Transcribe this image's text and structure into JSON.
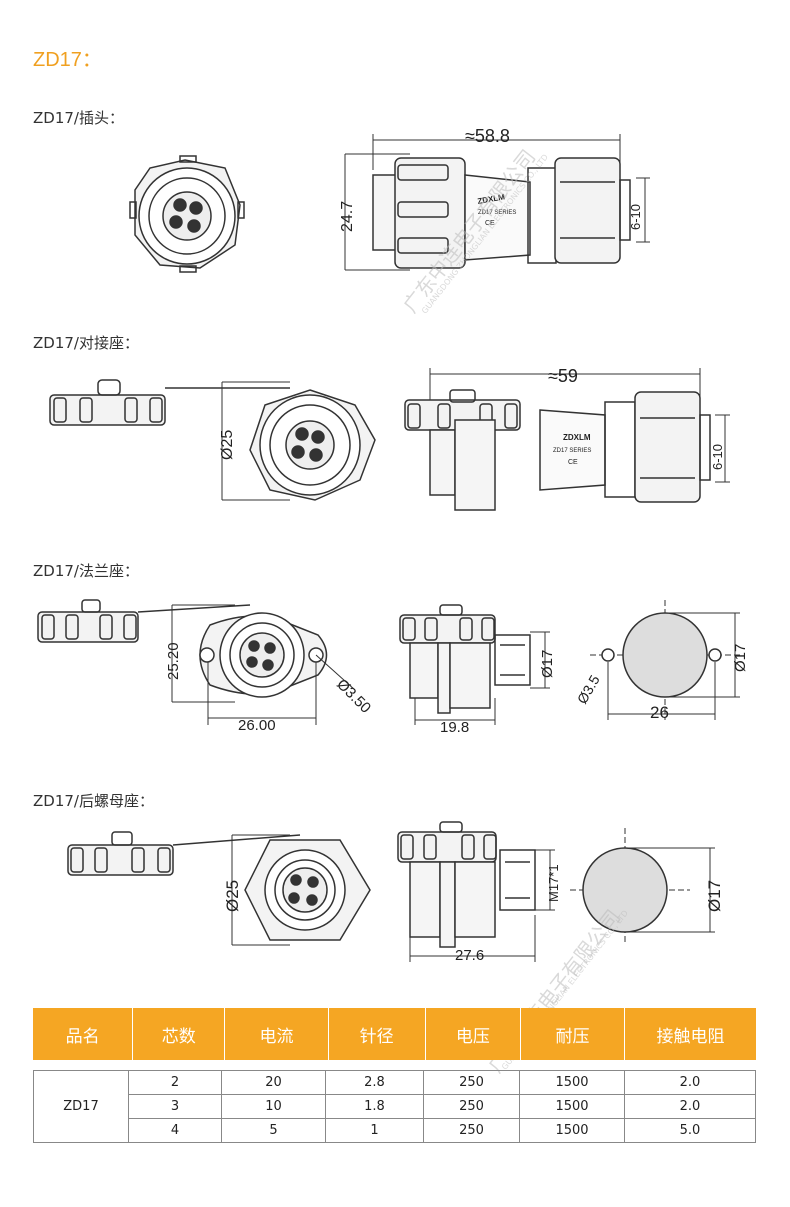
{
  "title": "ZD17：",
  "sections": [
    {
      "label": "ZD17/插头："
    },
    {
      "label": "ZD17/对接座："
    },
    {
      "label": "ZD17/法兰座："
    },
    {
      "label": "ZD17/后螺母座："
    }
  ],
  "dims": {
    "plug_length": "≈58.8",
    "plug_height": "24.7",
    "plug_cable": "6-10",
    "plug_brand": "ZDXLM",
    "plug_series": "ZD17 SERIES",
    "plug_ce": "CE",
    "dock_diameter": "Ø25",
    "dock_length": "≈59",
    "dock_cable": "6-10",
    "dock_brand": "ZDXLM",
    "dock_series": "ZD17 SERIES",
    "dock_ce": "CE",
    "flange_height": "25.20",
    "flange_width": "26.00",
    "flange_hole": "Ø3.50",
    "flange_side_width": "19.8",
    "flange_side_dia": "Ø17",
    "flange_cut_hole": "Ø3.5",
    "flange_cut_spacing": "26",
    "flange_cut_dia": "Ø17",
    "nut_diameter": "Ø25",
    "nut_thread": "M17*1",
    "nut_length": "27.6",
    "nut_cut_dia": "Ø17"
  },
  "watermark": {
    "line1": "广东中连电子有限公司",
    "line2": "GUANGDONG ZHONGLIAN ELECTRONICS CO., LTD"
  },
  "table": {
    "headers": [
      "品名",
      "芯数",
      "电流",
      "针径",
      "电压",
      "耐压",
      "接触电阻"
    ],
    "model": "ZD17",
    "rows": [
      [
        "2",
        "20",
        "2.8",
        "250",
        "1500",
        "2.0"
      ],
      [
        "3",
        "10",
        "1.8",
        "250",
        "1500",
        "2.0"
      ],
      [
        "4",
        "5",
        "1",
        "250",
        "1500",
        "5.0"
      ]
    ]
  },
  "colors": {
    "accent": "#f5a623",
    "title": "#f0a020",
    "line": "#333333"
  }
}
